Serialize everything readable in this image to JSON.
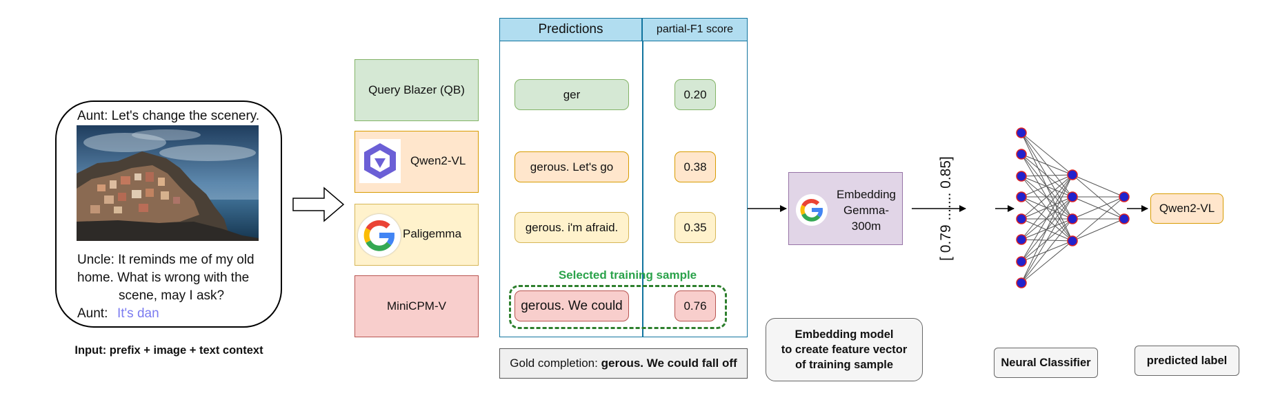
{
  "input": {
    "line1": "Aunt: Let's change the scenery.",
    "line2": "Uncle: It reminds me of my old",
    "line3": "home. What is wrong with the",
    "line4": "scene, may I ask?",
    "prefix_speaker": "Aunt:",
    "prefix_text": "It's dan",
    "caption": "Input: prefix + image + text context"
  },
  "models": {
    "qb": "Query Blazer (QB)",
    "qwen": "Qwen2-VL",
    "pali": "Paligemma",
    "mini": "MiniCPM-V"
  },
  "table": {
    "header_predictions": "Predictions",
    "header_score": "partial-F1 score",
    "rows": [
      {
        "prediction": "ger",
        "score": "0.20"
      },
      {
        "prediction": "gerous. Let's go",
        "score": "0.38"
      },
      {
        "prediction": "gerous. i'm afraid.",
        "score": "0.35"
      },
      {
        "prediction": "gerous. We could",
        "score": "0.76"
      }
    ],
    "selected_label": "Selected training sample",
    "gold_prefix": "Gold completion:",
    "gold_value": "gerous. We could fall off"
  },
  "embedding": {
    "line1": "Embedding",
    "line2": "Gemma-",
    "line3": "300m",
    "caption_line1": "Embedding model",
    "caption_line2": "to create feature vector",
    "caption_line3": "of training sample"
  },
  "vector_text": "[ 0.79 ....... 0.85]",
  "classifier_label": "Neural Classifier",
  "predicted_label_caption": "predicted label",
  "predicted_label_value": "Qwen2-VL",
  "colors": {
    "green_fill": "#d5e8d4",
    "orange_fill": "#ffe6cc",
    "yellow_fill": "#fff2cc",
    "red_fill": "#f8cecc",
    "header_fill": "#b1ddf0",
    "purple_fill": "#e1d5e7",
    "selected_text": "#2aa24a",
    "prefix_text": "#7b7bf0",
    "node_fill": "#2222cc",
    "node_border": "#dd2222"
  }
}
